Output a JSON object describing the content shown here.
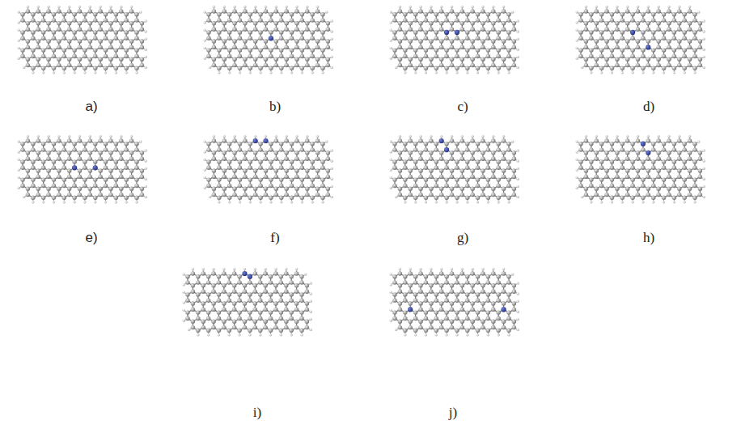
{
  "diagram": {
    "labels": [
      "a)",
      "b)",
      "c)",
      "d)",
      "e)",
      "f)",
      "g)",
      "h)",
      "i)",
      "j)"
    ]
  }
}
